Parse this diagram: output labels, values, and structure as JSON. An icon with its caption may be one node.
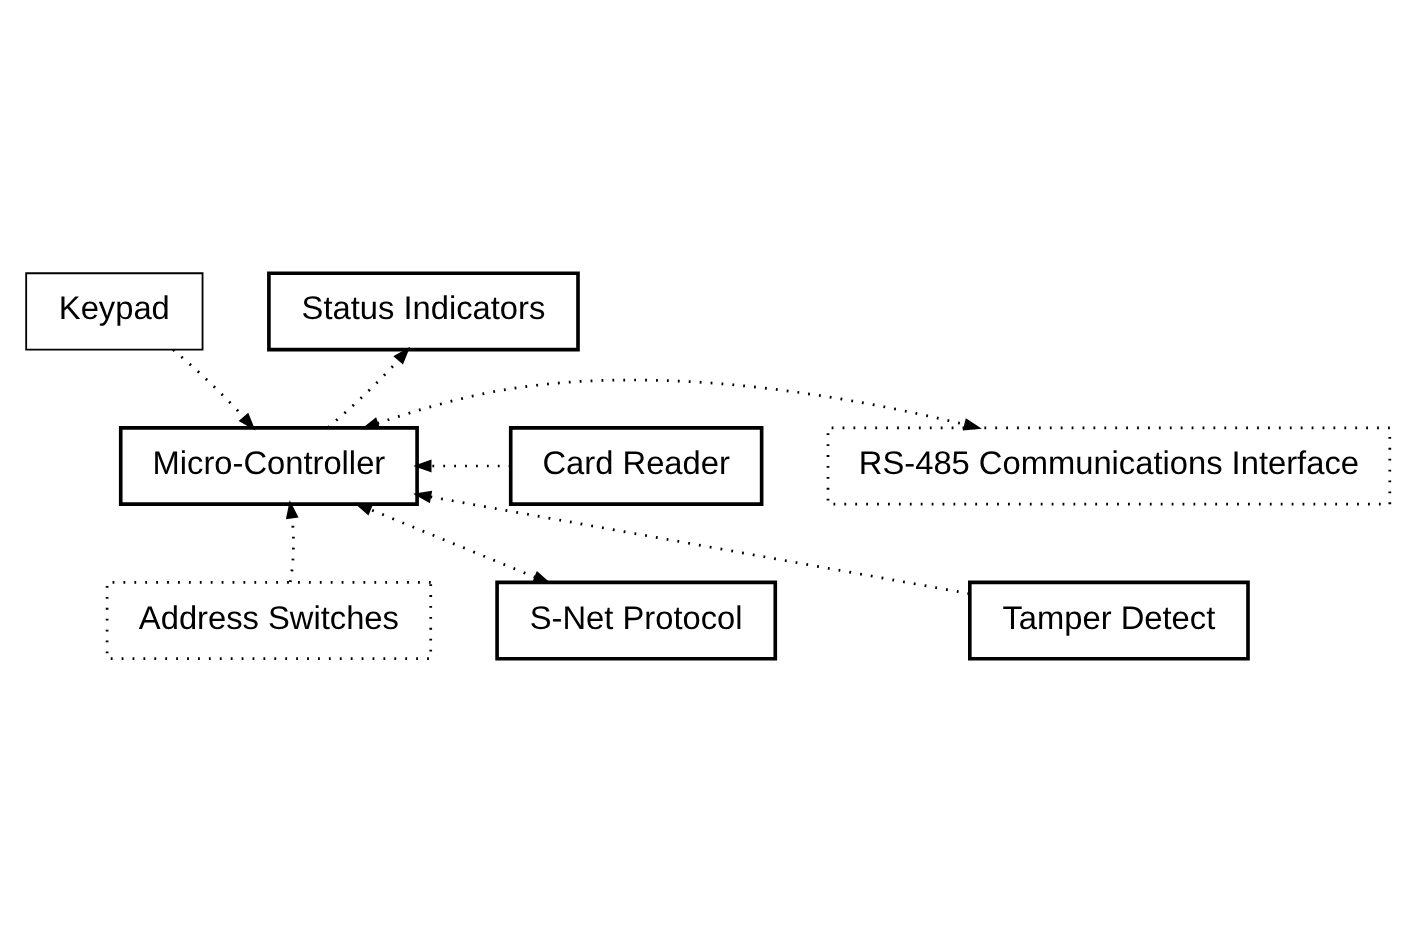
{
  "diagram": {
    "nodes": [
      {
        "text": [
          "Keypad"
        ]
      },
      {
        "text": [
          "Status Indicators"
        ]
      },
      {
        "text": [
          "Card Reader"
        ]
      },
      {
        "text": [
          "Micro-Controller"
        ]
      },
      {
        "text": [
          "RS-485 Communications Interface"
        ]
      },
      {
        "text": [
          "S-Net Protocol"
        ]
      },
      {
        "text": [
          "Address Switches"
        ]
      },
      {
        "text": [
          "Tamper Detect"
        ]
      }
    ],
    "edges": [
      {
        "from": 0,
        "to": 3,
        "arrow": "to"
      },
      {
        "from": 3,
        "to": 1,
        "arrow": "to"
      },
      {
        "from": 2,
        "to": 3,
        "arrow": "to"
      },
      {
        "from": 3,
        "to": 4,
        "arrow": "both"
      },
      {
        "from": 5,
        "to": 3,
        "arrow": "both"
      },
      {
        "from": 6,
        "to": 3,
        "arrow": "to"
      },
      {
        "from": 7,
        "to": 3,
        "arrow": "to"
      }
    ]
  }
}
